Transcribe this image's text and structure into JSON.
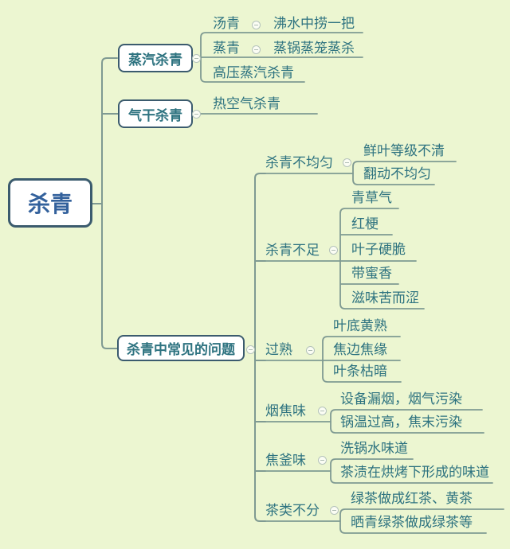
{
  "root": {
    "label": "杀青"
  },
  "steam": {
    "label": "蒸汽杀青",
    "rows": [
      {
        "label": "汤青",
        "note": "沸水中捞一把"
      },
      {
        "label": "蒸青",
        "note": "蒸锅蒸笼蒸杀"
      },
      {
        "label": "高压蒸汽杀青"
      }
    ]
  },
  "airdry": {
    "label": "气干杀青",
    "note": "热空气杀青"
  },
  "problems": {
    "label": "杀青中常见的问题",
    "items": [
      {
        "label": "杀青不均匀",
        "causes": [
          "鲜叶等级不清",
          "翻动不均匀"
        ]
      },
      {
        "label": "杀青不足",
        "causes": [
          "青草气",
          "红梗",
          "叶子硬脆",
          "带蜜香",
          "滋味苦而涩"
        ]
      },
      {
        "label": "过熟",
        "causes": [
          "叶底黄熟",
          "焦边焦缘",
          "叶条枯暗"
        ]
      },
      {
        "label": "烟焦味",
        "causes": [
          "设备漏烟，烟气污染",
          "锅温过高，焦末污染"
        ]
      },
      {
        "label": "焦釜味",
        "causes": [
          "洗锅水味道",
          "茶渍在烘烤下形成的味道"
        ]
      },
      {
        "label": "茶类不分",
        "causes": [
          "绿茶做成红茶、黄茶",
          "晒青绿茶做成绿茶等"
        ]
      }
    ]
  },
  "colors": {
    "background": "#ecf6d1",
    "node_fill": "#ffffff",
    "node_border": "#3b5b6e",
    "root_text": "#33619c",
    "topic_text": "#2e7380",
    "connector": "#7f9a92"
  }
}
